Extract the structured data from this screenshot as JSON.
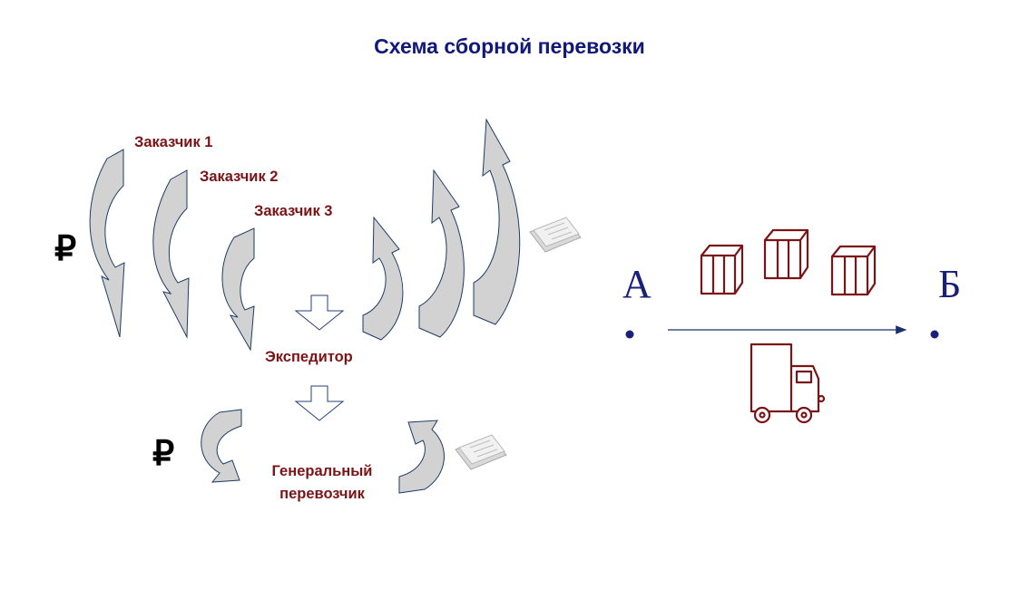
{
  "title": "Схема сборной перевозки",
  "left_scheme": {
    "customers": [
      "Заказчик 1",
      "Заказчик 2",
      "Заказчик 3"
    ],
    "forwarder": "Экспедитор",
    "carrier_line1": "Генеральный",
    "carrier_line2": "перевозчик",
    "currency_symbol": "₽",
    "icons": [
      "curved-arrow-icon",
      "down-arrow-icon",
      "document-icon"
    ]
  },
  "right_scheme": {
    "point_a": "А",
    "point_b": "Б",
    "icons": [
      "box-icon",
      "truck-icon",
      "route-arrow-icon"
    ]
  },
  "colors": {
    "title": "#10187a",
    "labels": "#7a1416",
    "points": "#1a1f78",
    "arrow_fill": "#d2d2d2",
    "arrow_stroke": "#1f3b66"
  }
}
